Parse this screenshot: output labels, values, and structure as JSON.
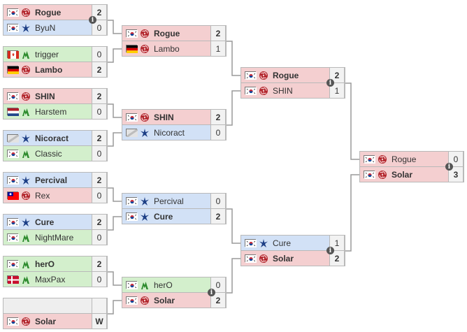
{
  "info_glyph": "i",
  "colors": {
    "zerg": "#f4cfd0",
    "protoss": "#d2e1f6",
    "terran": "#d3efcc",
    "line": "#9a9a9a"
  },
  "matches": [
    {
      "id": "r1m1",
      "has_info": true,
      "players": [
        {
          "name": "Rogue",
          "flag": "kr",
          "race": "zerg",
          "score": "2",
          "winner": true
        },
        {
          "name": "ByuN",
          "flag": "kr",
          "race": "protoss",
          "score": "0",
          "winner": false
        }
      ]
    },
    {
      "id": "r1m2",
      "has_info": false,
      "players": [
        {
          "name": "trigger",
          "flag": "ca",
          "race": "terran",
          "score": "0",
          "winner": false
        },
        {
          "name": "Lambo",
          "flag": "de",
          "race": "zerg",
          "score": "2",
          "winner": true
        }
      ]
    },
    {
      "id": "r1m3",
      "has_info": false,
      "players": [
        {
          "name": "SHIN",
          "flag": "kr",
          "race": "zerg",
          "score": "2",
          "winner": true
        },
        {
          "name": "Harstem",
          "flag": "nl",
          "race": "terran",
          "score": "0",
          "winner": false
        }
      ]
    },
    {
      "id": "r1m4",
      "has_info": false,
      "players": [
        {
          "name": "Nicoract",
          "flag": "un",
          "race": "protoss",
          "score": "2",
          "winner": true
        },
        {
          "name": "Classic",
          "flag": "kr",
          "race": "terran",
          "score": "0",
          "winner": false
        }
      ]
    },
    {
      "id": "r1m5",
      "has_info": false,
      "players": [
        {
          "name": "Percival",
          "flag": "kr",
          "race": "protoss",
          "score": "2",
          "winner": true
        },
        {
          "name": "Rex",
          "flag": "tw",
          "race": "zerg",
          "score": "0",
          "winner": false
        }
      ]
    },
    {
      "id": "r1m6",
      "has_info": false,
      "players": [
        {
          "name": "Cure",
          "flag": "kr",
          "race": "protoss",
          "score": "2",
          "winner": true
        },
        {
          "name": "NightMare",
          "flag": "kr",
          "race": "terran",
          "score": "0",
          "winner": false
        }
      ]
    },
    {
      "id": "r1m7",
      "has_info": false,
      "players": [
        {
          "name": "herO",
          "flag": "kr",
          "race": "terran",
          "score": "2",
          "winner": true
        },
        {
          "name": "MaxPax",
          "flag": "dk",
          "race": "terran",
          "score": "0",
          "winner": false
        }
      ]
    },
    {
      "id": "r1m8",
      "has_info": false,
      "players": [
        {
          "name": "",
          "flag": "",
          "race": "empty",
          "score": "",
          "winner": false
        },
        {
          "name": "Solar",
          "flag": "kr",
          "race": "zerg",
          "score": "W",
          "winner": true
        }
      ]
    },
    {
      "id": "r2m1",
      "has_info": false,
      "players": [
        {
          "name": "Rogue",
          "flag": "kr",
          "race": "zerg",
          "score": "2",
          "winner": true
        },
        {
          "name": "Lambo",
          "flag": "de",
          "race": "zerg",
          "score": "1",
          "winner": false
        }
      ]
    },
    {
      "id": "r2m2",
      "has_info": false,
      "players": [
        {
          "name": "SHIN",
          "flag": "kr",
          "race": "zerg",
          "score": "2",
          "winner": true
        },
        {
          "name": "Nicoract",
          "flag": "un",
          "race": "protoss",
          "score": "0",
          "winner": false
        }
      ]
    },
    {
      "id": "r2m3",
      "has_info": false,
      "players": [
        {
          "name": "Percival",
          "flag": "kr",
          "race": "protoss",
          "score": "0",
          "winner": false
        },
        {
          "name": "Cure",
          "flag": "kr",
          "race": "protoss",
          "score": "2",
          "winner": true
        }
      ]
    },
    {
      "id": "r2m4",
      "has_info": true,
      "players": [
        {
          "name": "herO",
          "flag": "kr",
          "race": "terran",
          "score": "0",
          "winner": false
        },
        {
          "name": "Solar",
          "flag": "kr",
          "race": "zerg",
          "score": "2",
          "winner": true
        }
      ]
    },
    {
      "id": "r3m1",
      "has_info": true,
      "players": [
        {
          "name": "Rogue",
          "flag": "kr",
          "race": "zerg",
          "score": "2",
          "winner": true
        },
        {
          "name": "SHIN",
          "flag": "kr",
          "race": "zerg",
          "score": "1",
          "winner": false
        }
      ]
    },
    {
      "id": "r3m2",
      "has_info": true,
      "players": [
        {
          "name": "Cure",
          "flag": "kr",
          "race": "protoss",
          "score": "1",
          "winner": false
        },
        {
          "name": "Solar",
          "flag": "kr",
          "race": "zerg",
          "score": "2",
          "winner": true
        }
      ]
    },
    {
      "id": "final",
      "has_info": true,
      "players": [
        {
          "name": "Rogue",
          "flag": "kr",
          "race": "zerg",
          "score": "0",
          "winner": false
        },
        {
          "name": "Solar",
          "flag": "kr",
          "race": "zerg",
          "score": "3",
          "winner": true
        }
      ]
    }
  ]
}
